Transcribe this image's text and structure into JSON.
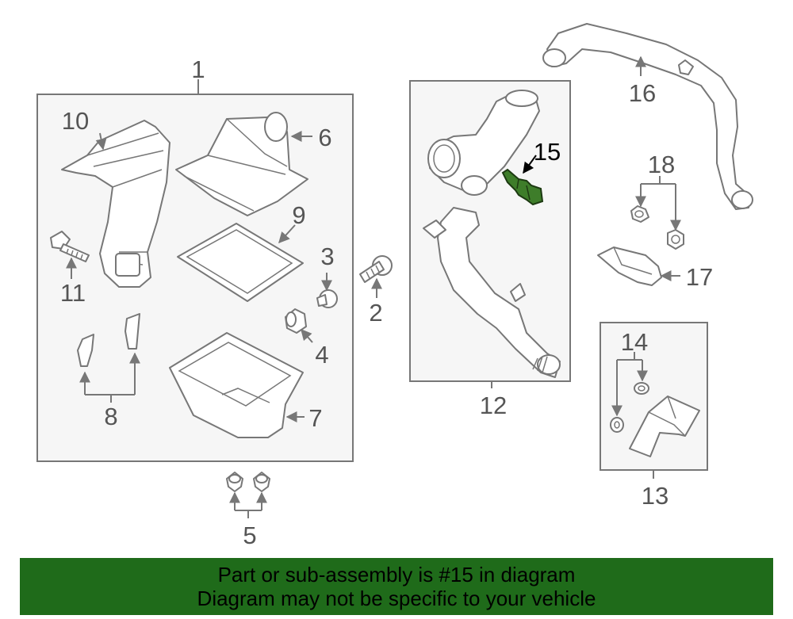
{
  "callouts": {
    "c1": "1",
    "c2": "2",
    "c3": "3",
    "c4": "4",
    "c5": "5",
    "c6": "6",
    "c7": "7",
    "c8": "8",
    "c9": "9",
    "c10": "10",
    "c11": "11",
    "c12": "12",
    "c13": "13",
    "c14": "14",
    "c15": "15",
    "c16": "16",
    "c17": "17",
    "c18": "18"
  },
  "highlighted_part": "15",
  "colors": {
    "highlight": "#3e7d2a",
    "banner": "#1f6b1a",
    "line": "#777777"
  },
  "banner": {
    "line1": "Part or sub-assembly is #15 in diagram",
    "line2": "Diagram may not be specific to your vehicle"
  }
}
